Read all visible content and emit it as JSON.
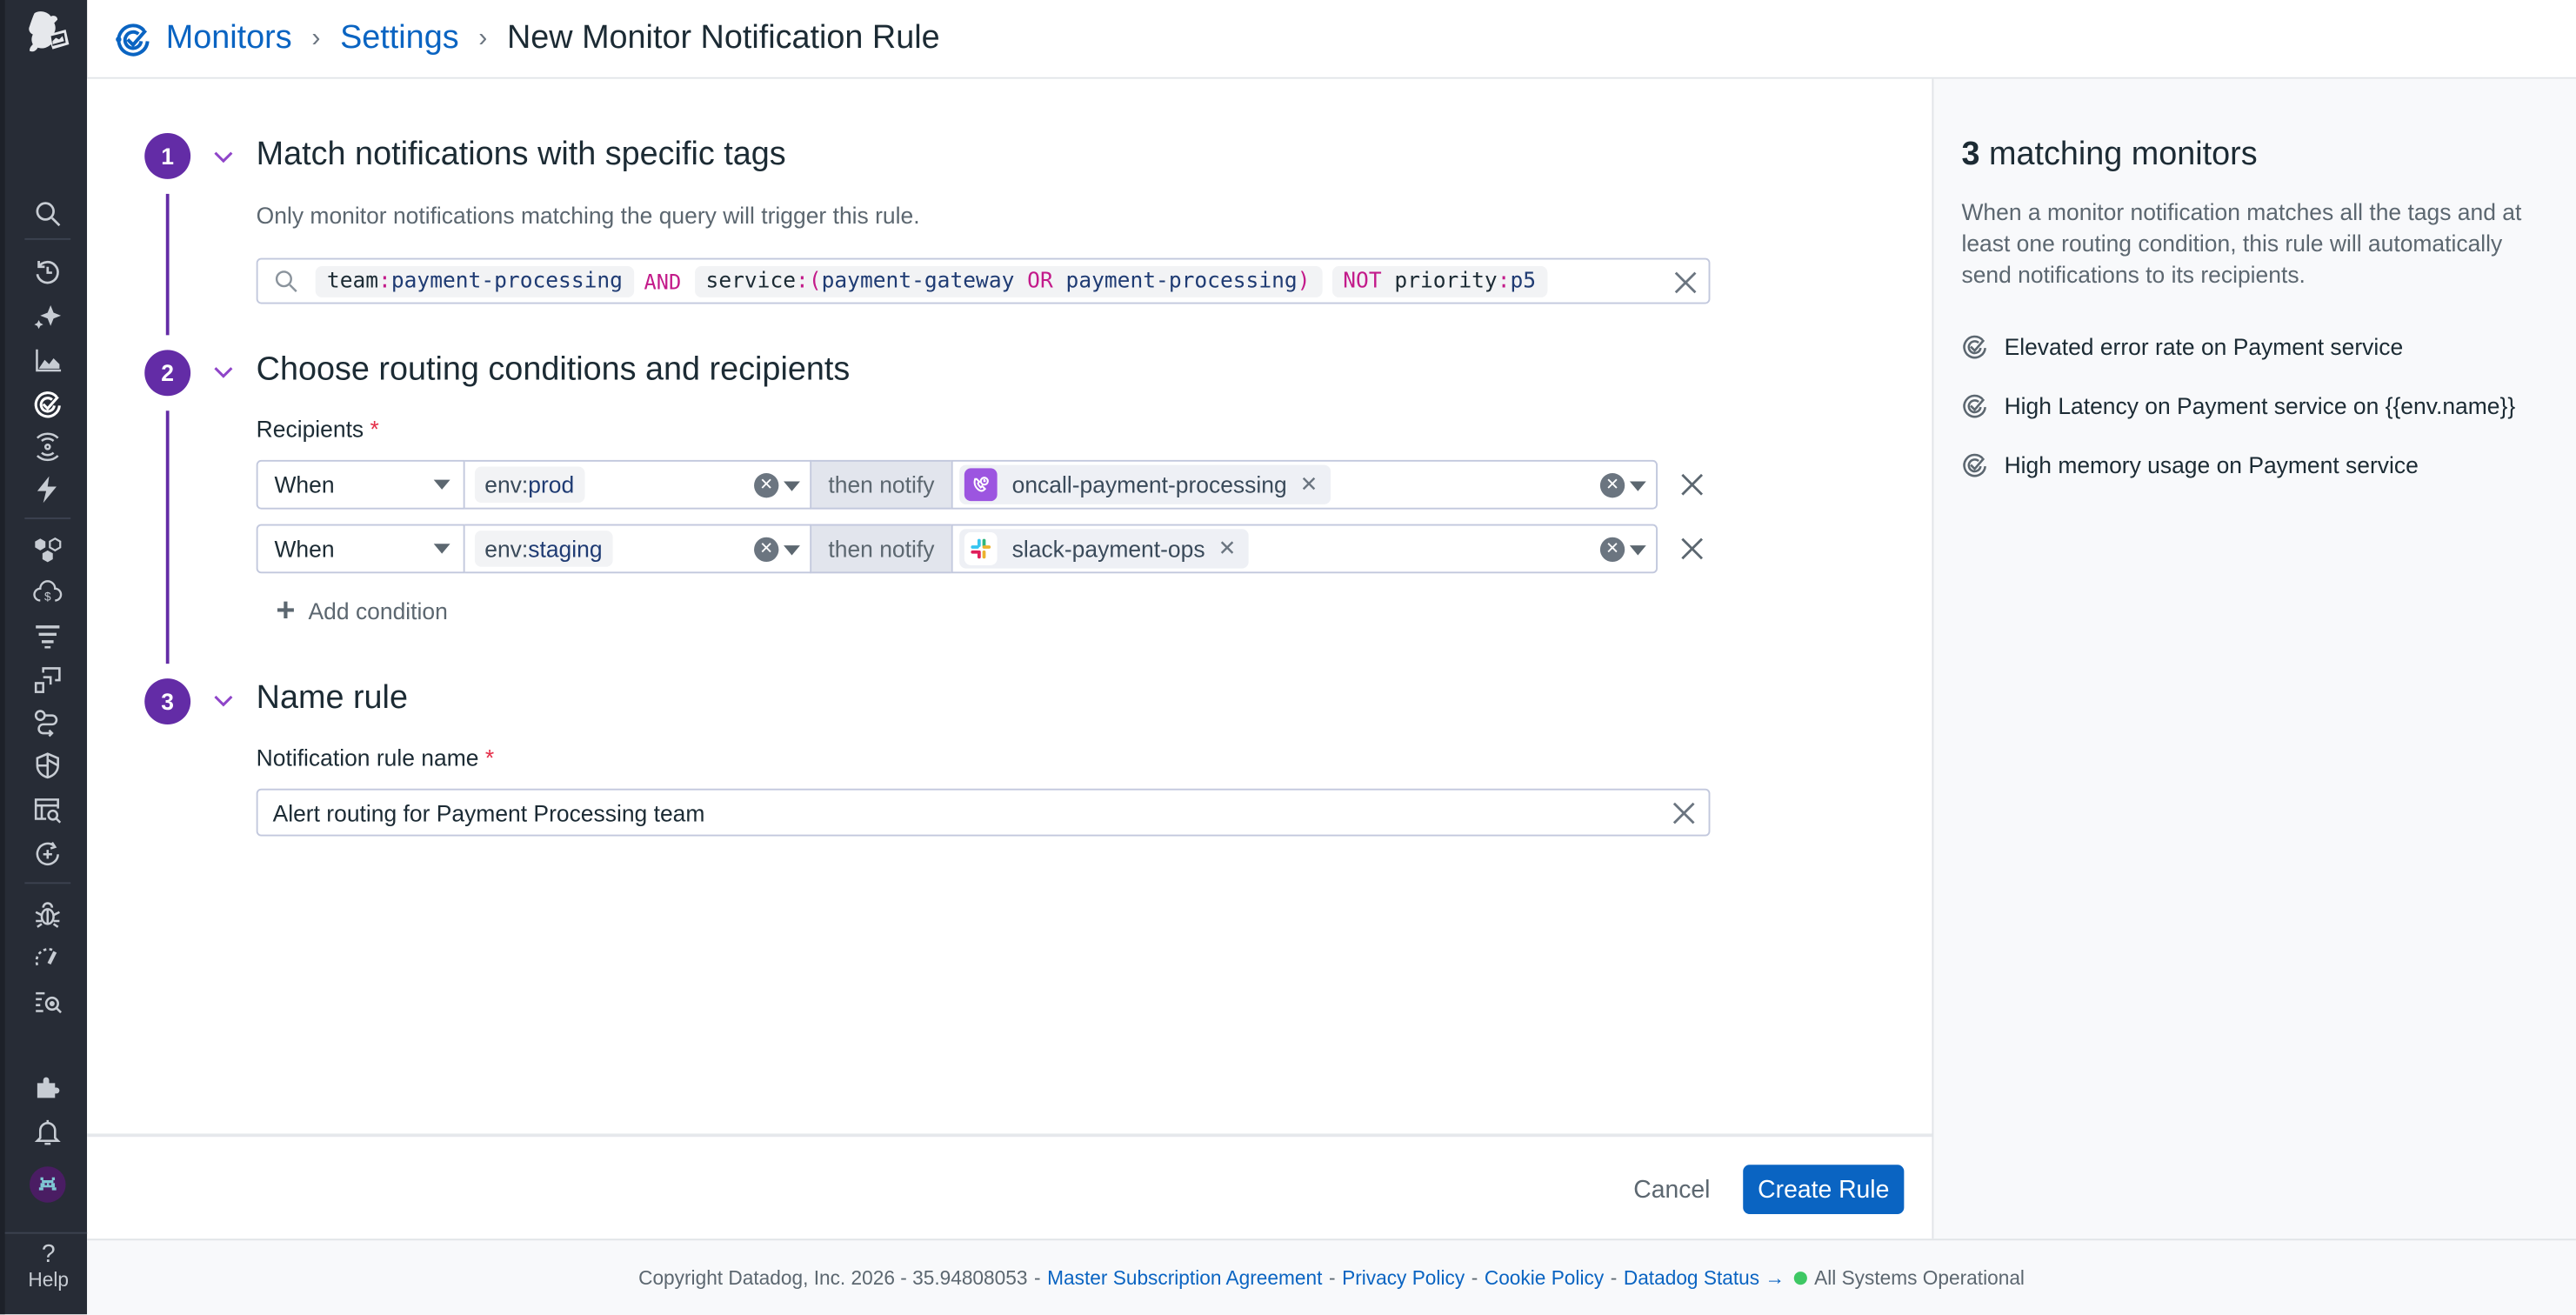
{
  "breadcrumb": {
    "items": [
      {
        "label": "Monitors"
      },
      {
        "label": "Settings"
      }
    ],
    "current": "New Monitor Notification Rule"
  },
  "sidebar": {
    "icons": [
      "search-icon",
      "recent-icon",
      "bits-ai-icon",
      "dashboards-icon",
      "monitors-icon",
      "watchdog-icon",
      "events-icon",
      "infrastructure-icon",
      "cloud-cost-icon",
      "logs-icon",
      "apm-icon",
      "service-map-icon",
      "security-icon",
      "data-observability-icon",
      "software-delivery-icon",
      "error-tracking-icon",
      "performance-icon",
      "synthetics-icon",
      "integrations-icon",
      "notifications-icon",
      "user-avatar"
    ],
    "help_label": "Help"
  },
  "steps": [
    {
      "number": "1",
      "title": "Match notifications with specific tags",
      "description": "Only monitor notifications matching the query will trigger this rule."
    },
    {
      "number": "2",
      "title": "Choose routing conditions and recipients"
    },
    {
      "number": "3",
      "title": "Name rule"
    }
  ],
  "query": {
    "tokens": [
      {
        "key": "team",
        "value": "payment-processing"
      },
      {
        "operator": "AND"
      },
      {
        "key": "service",
        "value_parts": [
          "payment-gateway",
          "OR",
          "payment-processing"
        ]
      },
      {
        "prefix": "NOT",
        "key": "priority",
        "value": "p5"
      }
    ],
    "t1_key": "team",
    "t1_val": "payment-processing",
    "op_and": "AND",
    "t2_key": "service",
    "t2_val1": "payment-gateway",
    "t2_or": "OR",
    "t2_val2": "payment-processing",
    "op_not": "NOT",
    "t3_key": "priority",
    "t3_val": "p5"
  },
  "recipients": {
    "label": "Recipients",
    "required": "*",
    "rows": [
      {
        "when": "When",
        "cond_key": "env",
        "cond_val": "prod",
        "then_notify": "then notify",
        "recipient": "oncall-payment-processing",
        "recipient_type": "on-call"
      },
      {
        "when": "When",
        "cond_key": "env",
        "cond_val": "staging",
        "then_notify": "then notify",
        "recipient": "slack-payment-ops",
        "recipient_type": "slack"
      }
    ],
    "add_condition": "Add condition"
  },
  "name_rule": {
    "label": "Notification rule name",
    "required": "*",
    "value": "Alert routing for Payment Processing team"
  },
  "actions": {
    "cancel": "Cancel",
    "create": "Create Rule"
  },
  "right_panel": {
    "count": "3",
    "title_suffix": "matching monitors",
    "description": "When a monitor notification matches all the tags and at least one routing condition, this rule will automatically send notifications to its recipients.",
    "monitors": [
      "Elevated error rate on Payment service",
      "High Latency on Payment service on {{env.name}}",
      "High memory usage on Payment service"
    ]
  },
  "footer": {
    "copyright": "Copyright Datadog, Inc. 2026 - 35.94808053",
    "links": [
      "Master Subscription Agreement",
      "Privacy Policy",
      "Cookie Policy",
      "Datadog Status →"
    ],
    "status": "All Systems Operational"
  },
  "colors": {
    "accent": "#632ca6",
    "link": "#0a64c2",
    "primary_button": "#0a64c2",
    "operator": "#c31a8a",
    "status_ok": "#3ec864",
    "required": "#e5304a"
  }
}
